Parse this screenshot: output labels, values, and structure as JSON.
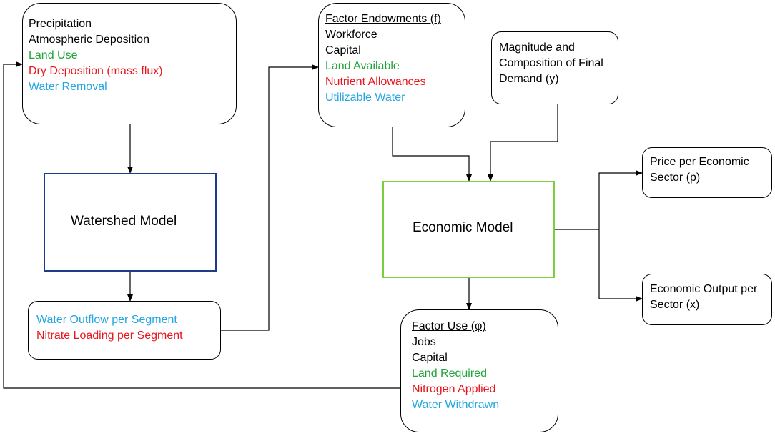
{
  "colors": {
    "black": "#000000",
    "green": "#22a33a",
    "red": "#e8151c",
    "blue": "#22a5e0",
    "watershed_border": "#1f3c8c",
    "economic_border": "#7ccf3c"
  },
  "inputs_box": {
    "lines": [
      {
        "text": "Precipitation",
        "color": "black"
      },
      {
        "text": "Atmospheric Deposition",
        "color": "black"
      },
      {
        "text": "Land Use",
        "color": "green"
      },
      {
        "text": "Dry Deposition (mass flux)",
        "color": "red"
      },
      {
        "text": "Water Removal",
        "color": "blue"
      }
    ]
  },
  "watershed_model": {
    "label": "Watershed Model"
  },
  "outflow_box": {
    "lines": [
      {
        "text": "Water Outflow per Segment",
        "color": "blue"
      },
      {
        "text": "Nitrate Loading per Segment",
        "color": "red"
      }
    ]
  },
  "factor_endowments": {
    "title": "Factor Endowments (f)",
    "lines": [
      {
        "text": "Workforce",
        "color": "black"
      },
      {
        "text": "Capital",
        "color": "black"
      },
      {
        "text": "Land Available",
        "color": "green"
      },
      {
        "text": "Nutrient Allowances",
        "color": "red"
      },
      {
        "text": "Utilizable Water",
        "color": "blue"
      }
    ]
  },
  "final_demand": {
    "lines": [
      {
        "text": "Magnitude and",
        "color": "black"
      },
      {
        "text": "Composition of Final",
        "color": "black"
      },
      {
        "text": "Demand (y)",
        "color": "black"
      }
    ]
  },
  "economic_model": {
    "label": "Economic Model"
  },
  "price_box": {
    "lines": [
      {
        "text": "Price per Economic",
        "color": "black"
      },
      {
        "text": "Sector (p)",
        "color": "black"
      }
    ]
  },
  "output_box": {
    "lines": [
      {
        "text": "Economic Output per",
        "color": "black"
      },
      {
        "text": "Sector (x)",
        "color": "black"
      }
    ]
  },
  "factor_use": {
    "title": "Factor Use (φ)",
    "lines": [
      {
        "text": "Jobs",
        "color": "black"
      },
      {
        "text": "Capital",
        "color": "black"
      },
      {
        "text": "Land Required",
        "color": "green"
      },
      {
        "text": "Nitrogen Applied",
        "color": "red"
      },
      {
        "text": "Water Withdrawn",
        "color": "blue"
      }
    ]
  }
}
